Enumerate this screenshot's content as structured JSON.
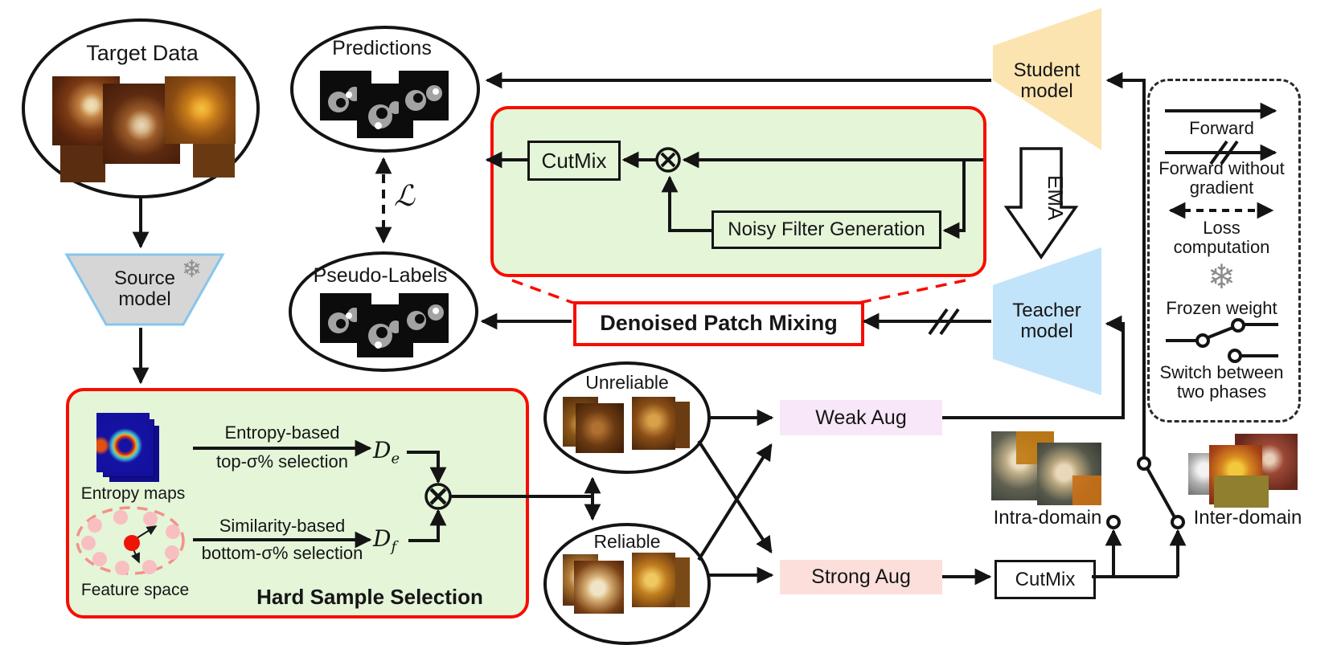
{
  "colors": {
    "accent_red": "#f70d00",
    "panel_green": "#e4f5d8",
    "student_fill": "#fbe4b0",
    "teacher_fill": "#c2e4fa",
    "source_fill": "#d6d6d6",
    "source_border": "#86c5ec",
    "weak_aug_fill": "#f8e7f8",
    "strong_aug_fill": "#fcdfdb",
    "line": "#141414"
  },
  "target": {
    "label": "Target Data"
  },
  "source": {
    "line1": "Source",
    "line2": "model",
    "snowflake": "❄"
  },
  "predictions": {
    "label": "Predictions"
  },
  "pseudo": {
    "label": "Pseudo-Labels"
  },
  "loss": {
    "symbol": "ℒ"
  },
  "dpm": {
    "title": "Denoised Patch Mixing",
    "cutmix": "CutMix",
    "nfg": "Noisy Filter Generation"
  },
  "student": {
    "line1": "Student",
    "line2": "model"
  },
  "teacher": {
    "line1": "Teacher",
    "line2": "model"
  },
  "ema": {
    "label": "EMA"
  },
  "hss": {
    "title": "Hard Sample Selection",
    "entropy_maps": "Entropy maps",
    "feature_space": "Feature space",
    "entropy_l1": "Entropy-based",
    "entropy_l2": "top-σ% selection",
    "sim_l1": "Similarity-based",
    "sim_l2": "bottom-σ% selection",
    "de": "D",
    "de_sub": "e",
    "df": "D",
    "df_sub": "f"
  },
  "sets": {
    "unreliable": "Unreliable",
    "reliable": "Reliable"
  },
  "aug": {
    "weak": "Weak Aug",
    "strong": "Strong Aug",
    "cutmix": "CutMix"
  },
  "domains": {
    "intra": "Intra-domain",
    "inter": "Inter-domain"
  },
  "legend": {
    "forward": "Forward",
    "fwg_l1": "Forward without",
    "fwg_l2": "gradient",
    "loss_l1": "Loss",
    "loss_l2": "computation",
    "frozen": "Frozen weight",
    "snowflake": "❄",
    "switch_l1": "Switch between",
    "switch_l2": "two phases"
  }
}
